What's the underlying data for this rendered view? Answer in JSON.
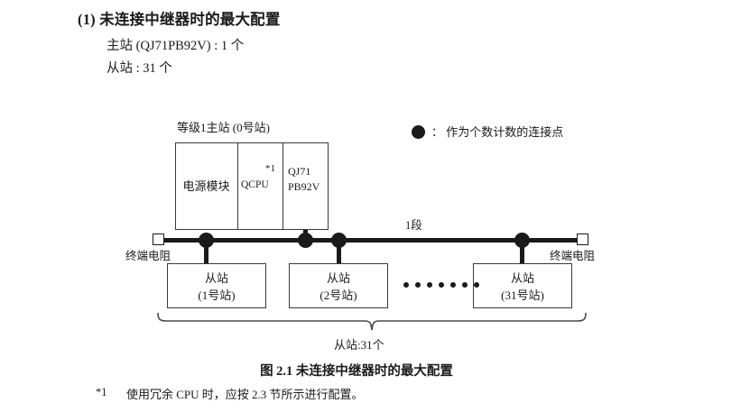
{
  "section": {
    "number": "(1)",
    "heading": "未连接中继器时的最大配置",
    "spec_master": "主站 (QJ71PB92V) : 1 个",
    "spec_slave": "从站 : 31 个"
  },
  "diagram": {
    "rack_title": "等级1主站 (0号站)",
    "modules": {
      "power": "电源模块",
      "cpu": "QCPU",
      "cpu_note": "*1",
      "network": "QJ71\nPB92V",
      "network_line1": "QJ71",
      "network_line2": "PB92V"
    },
    "legend": {
      "symbol": "filled-circle-icon",
      "separator": "：",
      "text": "作为个数计数的连接点",
      "full": "： 作为个数计数的连接点"
    },
    "segment_label": "1段",
    "terminator_left": "终端电阻",
    "terminator_right": "终端电阻",
    "slaves": [
      {
        "title": "从站",
        "station": "(1号站)"
      },
      {
        "title": "从站",
        "station": "(2号站)"
      },
      {
        "title": "从站",
        "station": "(31号站)"
      }
    ],
    "ellipsis_count": 7,
    "brace_label": "从站:31个",
    "node_count": 4
  },
  "caption": "图 2.1  未连接中继器时的最大配置",
  "footnote": {
    "mark": "*1",
    "text": "使用冗余 CPU 时，应按 2.3 节所示进行配置。"
  },
  "colors": {
    "ink": "#1a1a1a",
    "rule": "#3a3a3a",
    "page": "#ffffff"
  }
}
